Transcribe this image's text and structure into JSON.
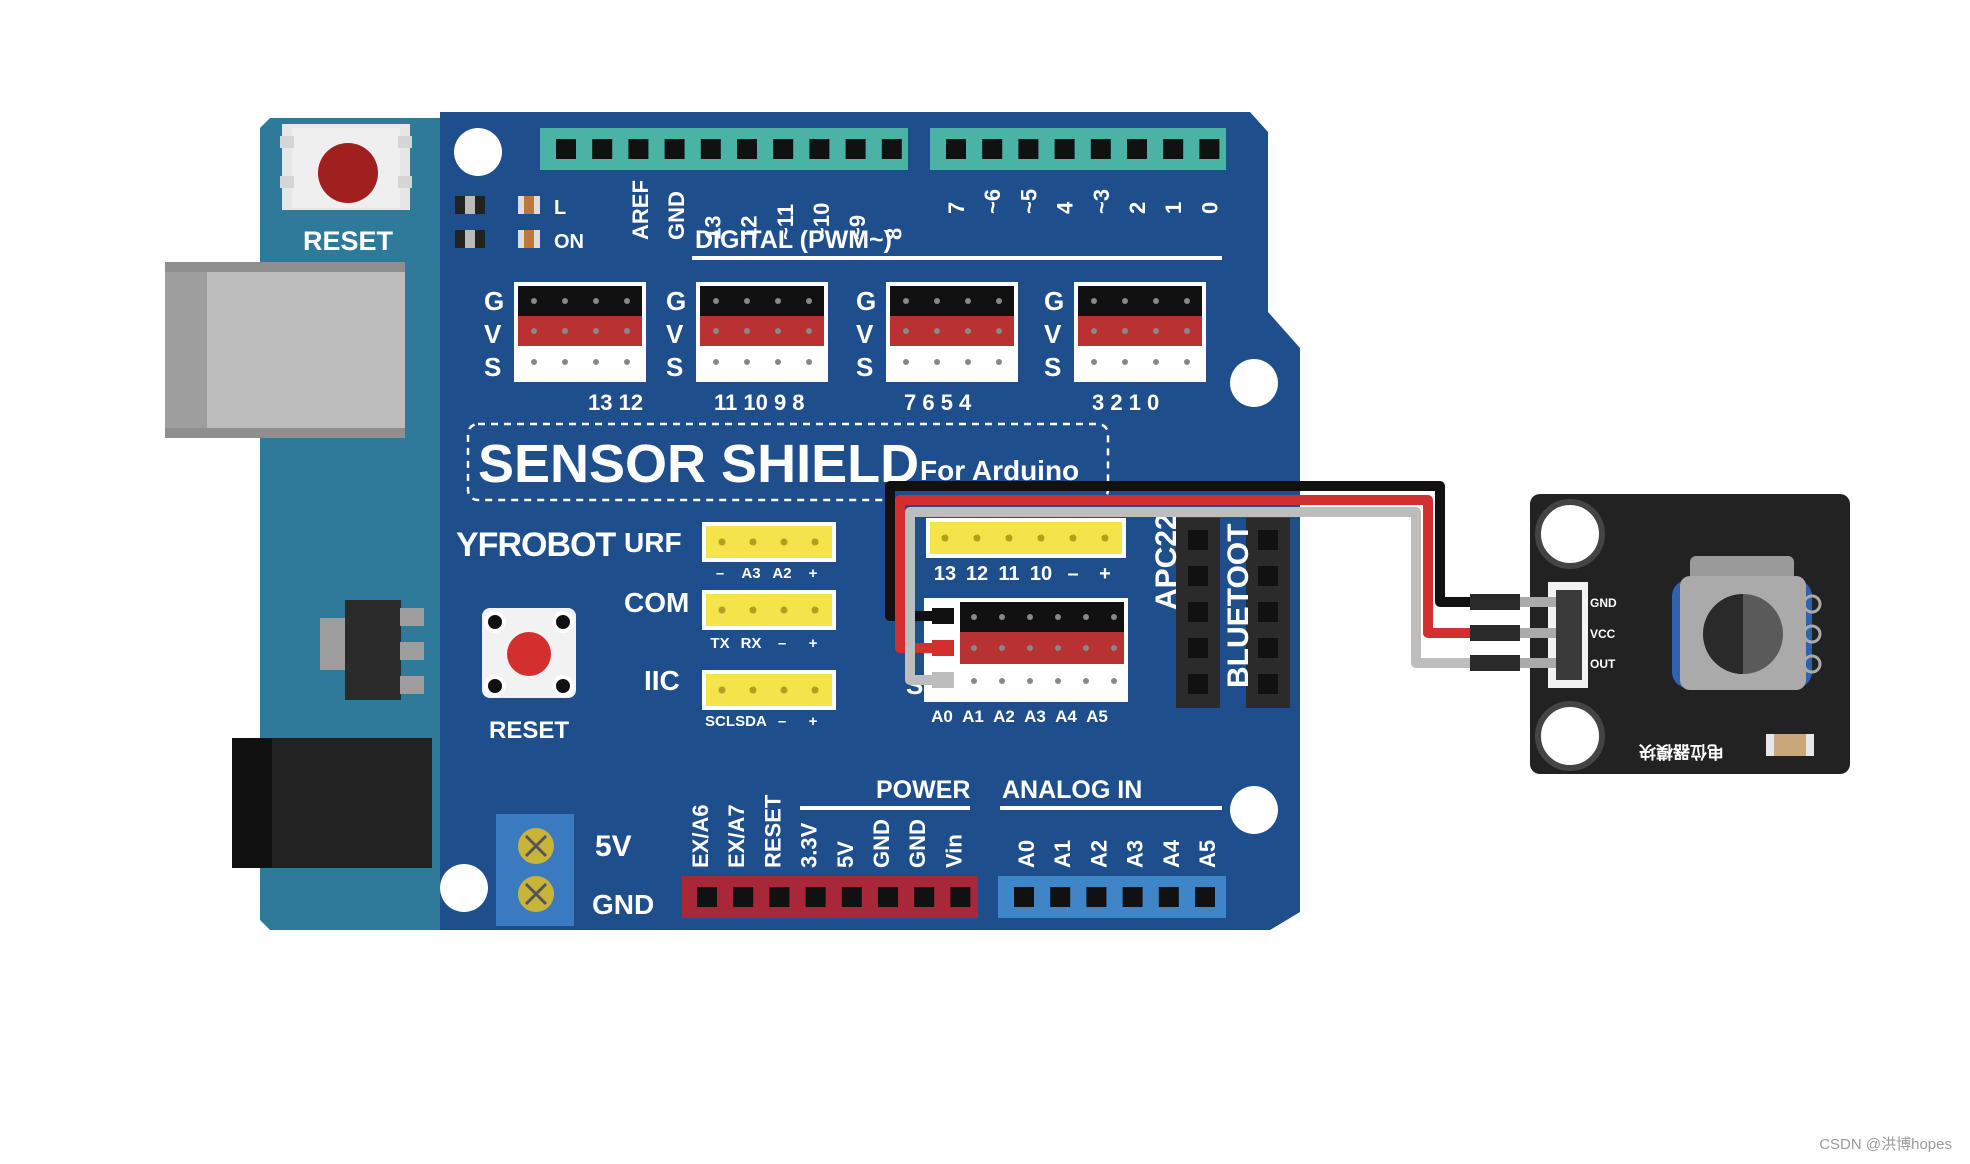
{
  "board": {
    "reset_label": "RESET",
    "led_l": "L",
    "led_on": "ON",
    "brand": "YFROBOT",
    "title": "SENSOR  SHIELD",
    "subtitle": "For  Arduino",
    "digital_label": "DIGITAL   (PWM~)",
    "shield_reset_label": "RESET",
    "top_header_labels_left": [
      "AREF",
      "GND",
      "13",
      "12",
      "~11",
      "~10",
      "~9",
      "8"
    ],
    "top_header_labels_right": [
      "7",
      "~6",
      "~5",
      "4",
      "~3",
      "2",
      "1",
      "0"
    ],
    "gvs_letters": [
      "G",
      "V",
      "S"
    ],
    "gvs_groups": [
      {
        "pins": "13 12"
      },
      {
        "pins": "11 10  9   8"
      },
      {
        "pins": "7   6   5   4"
      },
      {
        "pins": "3   2   1   0"
      }
    ],
    "urf": {
      "label": "URF",
      "pins": [
        "–",
        "A3",
        "A2",
        "+"
      ]
    },
    "com": {
      "label": "COM",
      "pins": [
        "TX",
        "RX",
        "–",
        "+"
      ]
    },
    "iic": {
      "label": "IIC",
      "pins": [
        "SCL",
        "SDA",
        "–",
        "+"
      ]
    },
    "apc_pins": [
      "13",
      "12",
      "11",
      "10",
      "–",
      "+"
    ],
    "apc_label": "APC22",
    "bluetooth_label": "BLUETOOT",
    "analog_gvs_letter": "S",
    "analog_pins": [
      "A0",
      "A1",
      "A2",
      "A3",
      "A4",
      "A5"
    ],
    "terminal_5v": "5V",
    "terminal_gnd": "GND",
    "power_label": "POWER",
    "power_pins": [
      "EX/A6",
      "EX/A7",
      "RESET",
      "3.3V",
      "5V",
      "GND",
      "GND",
      "Vin"
    ],
    "analog_in_label": "ANALOG  IN",
    "analog_in_pins": [
      "A0",
      "A1",
      "A2",
      "A3",
      "A4",
      "A5"
    ]
  },
  "module": {
    "pin_gnd": "GND",
    "pin_vcc": "VCC",
    "pin_out": "OUT",
    "name": "电位器模块"
  },
  "wires": [
    {
      "name": "gnd",
      "color": "#111111"
    },
    {
      "name": "vcc",
      "color": "#d32f2f"
    },
    {
      "name": "signal",
      "color": "#bdbdbd"
    }
  ],
  "colors": {
    "board": "#1f4e8c",
    "arduino": "#2e7a9a",
    "header_teal": "#4bb3a5",
    "header_red": "#a8283a",
    "header_blue": "#3f86c9",
    "pin_yellow": "#f4e34a",
    "gvs_red": "#b83232"
  },
  "watermark": "CSDN @洪博hopes"
}
